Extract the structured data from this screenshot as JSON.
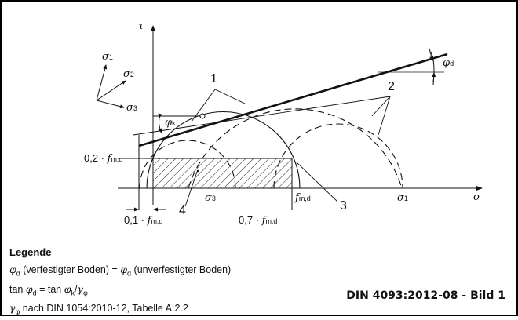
{
  "figure": {
    "caption": "DIN 4093:2012-08 - Bild 1",
    "axes": {
      "y_label": "τ",
      "x_label": "σ"
    },
    "stress_labels": {
      "sigma1": "σ",
      "sigma1_sub": "1",
      "sigma2": "σ",
      "sigma2_sub": "2",
      "sigma3": "σ",
      "sigma3_sub": "3"
    },
    "angles": {
      "phi_k": "φ",
      "phi_k_sub": "k",
      "phi_d": "φ",
      "phi_d_sub": "d"
    },
    "annotations": {
      "a1": "1",
      "a2": "2",
      "a3": "3",
      "a4": "4"
    },
    "axis_marks": {
      "f_md_y_prefix": "0,2 · ",
      "f_md_y_f": "f",
      "f_md_y_sub": "m,d",
      "f_md_x01_prefix": "0,1 · ",
      "f_md_x01_f": "f",
      "f_md_x01_sub": "m,d",
      "f_md_x07_prefix": "0,7 · ",
      "f_md_x07_f": "f",
      "f_md_x07_sub": "m,d",
      "f_md_f": "f",
      "f_md_sub": "m,d",
      "sigma3_axis": "σ",
      "sigma3_axis_sub": "3",
      "sigma1_axis": "σ",
      "sigma1_axis_sub": "1"
    }
  },
  "legend": {
    "title": "Legende",
    "line1": {
      "phi": "φ",
      "sub": "d",
      "text1": " (verfestigter Boden) = ",
      "phi2": "φ",
      "sub2": "d",
      "text2": " (unverfestigter Boden)"
    },
    "line2": {
      "text1": "tan ",
      "phi": "φ",
      "sub": "d",
      "text2": " = tan ",
      "phi2": "φ",
      "sub2": "k",
      "slash": "/",
      "gamma": "γ",
      "gamma_sub": "φ"
    },
    "line3": {
      "gamma": "γ",
      "gamma_sub": "φ",
      "text": " nach DIN 1054:2010-12, Tabelle A.2.2"
    }
  },
  "colors": {
    "ink": "#111111",
    "background": "#ffffff",
    "frame": "#000000"
  }
}
